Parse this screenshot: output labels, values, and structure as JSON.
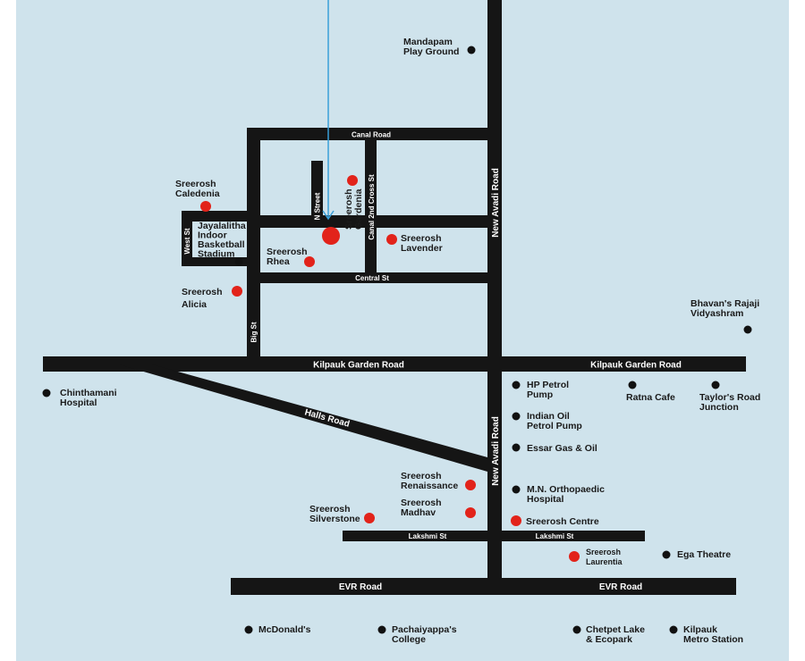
{
  "roads": {
    "canal_road": "Canal Road",
    "canal_2nd_cross": "Canal 2nd Cross St",
    "n_street": "N Street",
    "new_avadi_north": "New Avadi Road",
    "new_avadi_south": "New Avadi Road",
    "west_st": "West St",
    "central_st": "Central St",
    "big_st": "Big St",
    "kilpauk_west": "Kilpauk Garden Road",
    "kilpauk_east": "Kilpauk Garden Road",
    "halls_road": "Halls Road",
    "lakshmi_west": "Lakshmi St",
    "lakshmi_east": "Lakshmi St",
    "evr_west": "EVR Road",
    "evr_east": "EVR Road"
  },
  "places": {
    "mandapam": [
      "Mandapam",
      "Play Ground"
    ],
    "caledenia": [
      "Sreerosh",
      "Caledenia"
    ],
    "gardenia": [
      "Sreerosh",
      "Gardenia"
    ],
    "jayalalitha": [
      "Jayalalitha",
      "Indoor",
      "Basketball",
      "Stadium"
    ],
    "rhea": [
      "Sreerosh",
      "Rhea"
    ],
    "lavender": [
      "Sreerosh",
      "Lavender"
    ],
    "alicia": [
      "Sreerosh",
      "Alicia"
    ],
    "bhavans": [
      "Bhavan's Rajaji",
      "Vidyashram"
    ],
    "chinthamani": [
      "Chinthamani",
      "Hospital"
    ],
    "hp_petrol": [
      "HP Petrol",
      "Pump"
    ],
    "ratna": [
      "Ratna Cafe"
    ],
    "taylors": [
      "Taylor's Road",
      "Junction"
    ],
    "indian_oil": [
      "Indian Oil",
      "Petrol Pump"
    ],
    "essar": [
      "Essar Gas & Oil"
    ],
    "renaissance": [
      "Sreerosh",
      "Renaissance"
    ],
    "mn_ortho": [
      "M.N. Orthopaedic",
      "Hospital"
    ],
    "madhav": [
      "Sreerosh",
      "Madhav"
    ],
    "silverstone": [
      "Sreerosh",
      "Silverstone"
    ],
    "centre": [
      "Sreerosh Centre"
    ],
    "laurentia": [
      "Sreerosh",
      "Laurentia"
    ],
    "ega": [
      "Ega Theatre"
    ],
    "mcdonalds": [
      "McDonald's"
    ],
    "pachaiyappas": [
      "Pachaiyappa's",
      "College"
    ],
    "chetpet": [
      "Chetpet Lake",
      "& Ecopark"
    ],
    "kilpauk_metro": [
      "Kilpauk",
      "Metro Station"
    ]
  },
  "colors": {
    "background": "#cfe3ec",
    "road": "#151515",
    "project_marker": "#e2231a",
    "landmark_marker": "#111111",
    "pointer": "#3a9fd8"
  },
  "icons": {
    "pointer": "arrow-down-icon"
  }
}
